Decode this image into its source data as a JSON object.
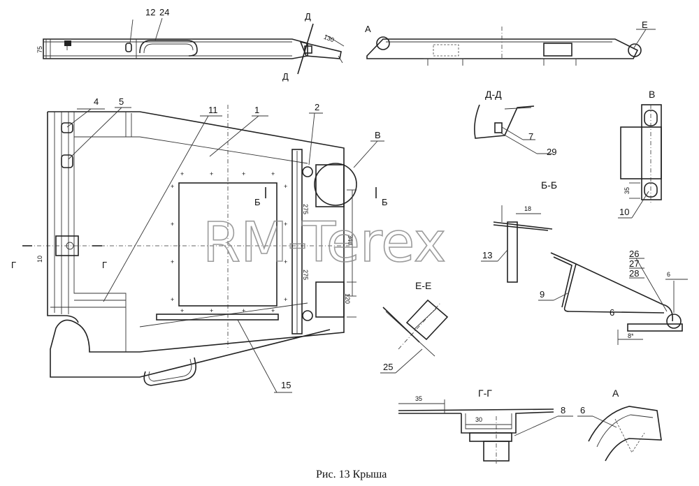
{
  "caption": "Рис. 13 Крыша",
  "watermark": "RM-Terex",
  "callouts": {
    "c1": "1",
    "c2": "2",
    "c4": "4",
    "c5": "5",
    "c6": "6",
    "c6b": "6",
    "c7": "7",
    "c8": "8",
    "c9": "9",
    "c10": "10",
    "c11": "11",
    "c12": "12",
    "c13": "13",
    "c15": "15",
    "c24": "24",
    "c25": "25",
    "c26": "26",
    "c27": "27",
    "c28": "28",
    "c29": "29"
  },
  "view_labels": {
    "a_mark": "А",
    "a_view": "А",
    "e_mark": "Е",
    "e_section": "Е-Е",
    "d_mark_top": "Д",
    "d_mark_bottom": "Д",
    "d_section": "Д-Д",
    "v_mark": "В",
    "v_view": "В",
    "b_mark_1": "Б",
    "b_mark_2": "Б",
    "b_section": "Б-Б",
    "g_mark_1": "Г",
    "g_mark_2": "Г",
    "g_section": "Г-Г"
  },
  "dimensions": {
    "d75": "75",
    "d130": "130",
    "d275a": "275",
    "d275b": "275",
    "d340": "340",
    "d120": "120",
    "d10": "10",
    "d35v": "35",
    "d18": "18",
    "d35g": "35",
    "d30": "30",
    "d6": "6",
    "d8": "8*"
  },
  "colors": {
    "line": "#222222",
    "watermark": "#8a8a8a",
    "background": "#ffffff"
  }
}
